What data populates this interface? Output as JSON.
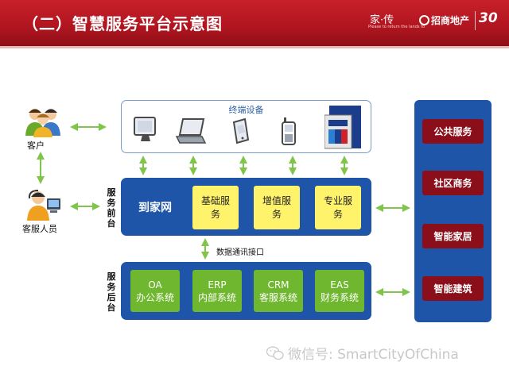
{
  "header": {
    "title": "（二）智慧服务平台示意图",
    "logo_calligraphy": "家·传",
    "logo_tagline": "Please to return the lands to",
    "logo_company": "招商地产",
    "logo_anniversary": "30"
  },
  "actors": {
    "customer": "客户",
    "service_staff": "客服人员"
  },
  "terminal": {
    "title": "终端设备",
    "devices": [
      "desktop-monitor",
      "laptop",
      "handheld-terminal",
      "mobile-phone",
      "bank-card"
    ]
  },
  "front_platform": {
    "side_label": "服务前台",
    "name": "到家网",
    "modules": [
      "基础服务",
      "增值服务",
      "专业服务"
    ]
  },
  "interface_label": "数据通讯接口",
  "back_platform": {
    "side_label": "服务后台",
    "systems": [
      {
        "code": "OA",
        "name": "办公系统"
      },
      {
        "code": "ERP",
        "name": "内部系统"
      },
      {
        "code": "CRM",
        "name": "客服系统"
      },
      {
        "code": "EAS",
        "name": "财务系统"
      }
    ]
  },
  "services": [
    "公共服务",
    "社区商务",
    "智能家居",
    "智能建筑"
  ],
  "watermark": "微信号: SmartCityOfChina",
  "colors": {
    "header_red": "#b0151f",
    "platform_blue": "#1f55a8",
    "module_yellow": "#fff36b",
    "system_green": "#6fb72e",
    "service_red": "#8b0f1a",
    "arrow_green": "#7ec54a"
  }
}
